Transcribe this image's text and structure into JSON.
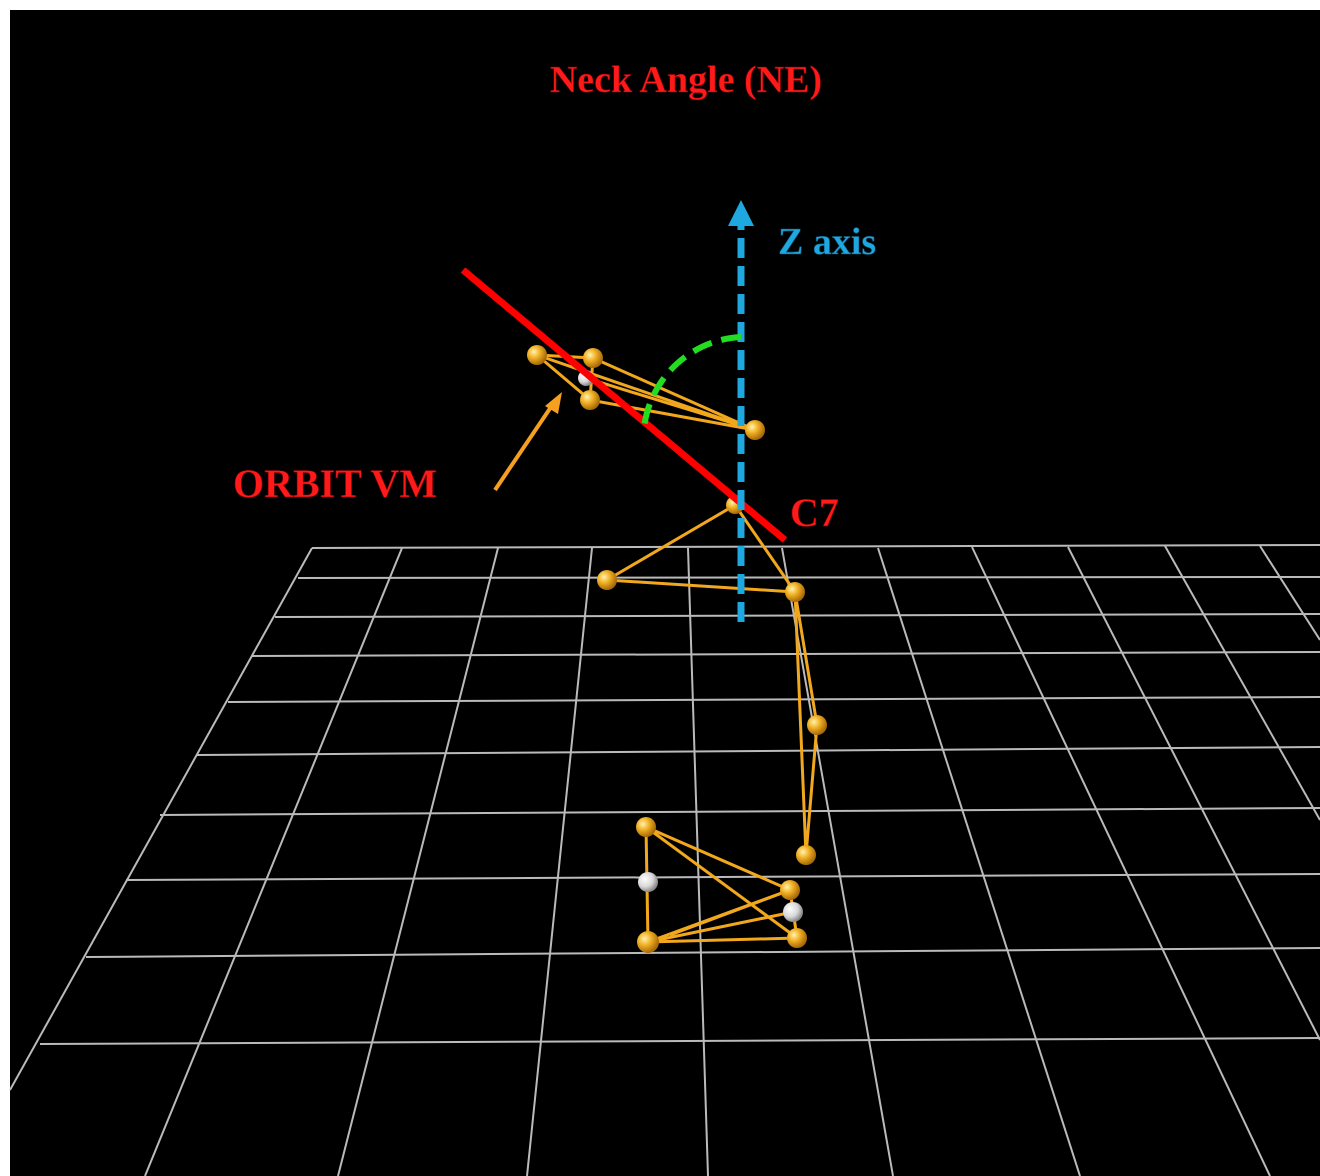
{
  "title": "Neck Angle (NE)",
  "labels": {
    "z_axis": "Z axis",
    "orbit_vm": "ORBIT VM",
    "c7": "C7"
  },
  "colors": {
    "background": "#000000",
    "title": "#ff1a1a",
    "orbit_line": "#ff0000",
    "z_axis": "#1fa7e0",
    "angle_arc": "#22dd22",
    "pointer_arrow": "#f5a020",
    "marker": "#f2b227",
    "marker_white": "#e6e6e6",
    "grid": "#cfcfcf"
  }
}
